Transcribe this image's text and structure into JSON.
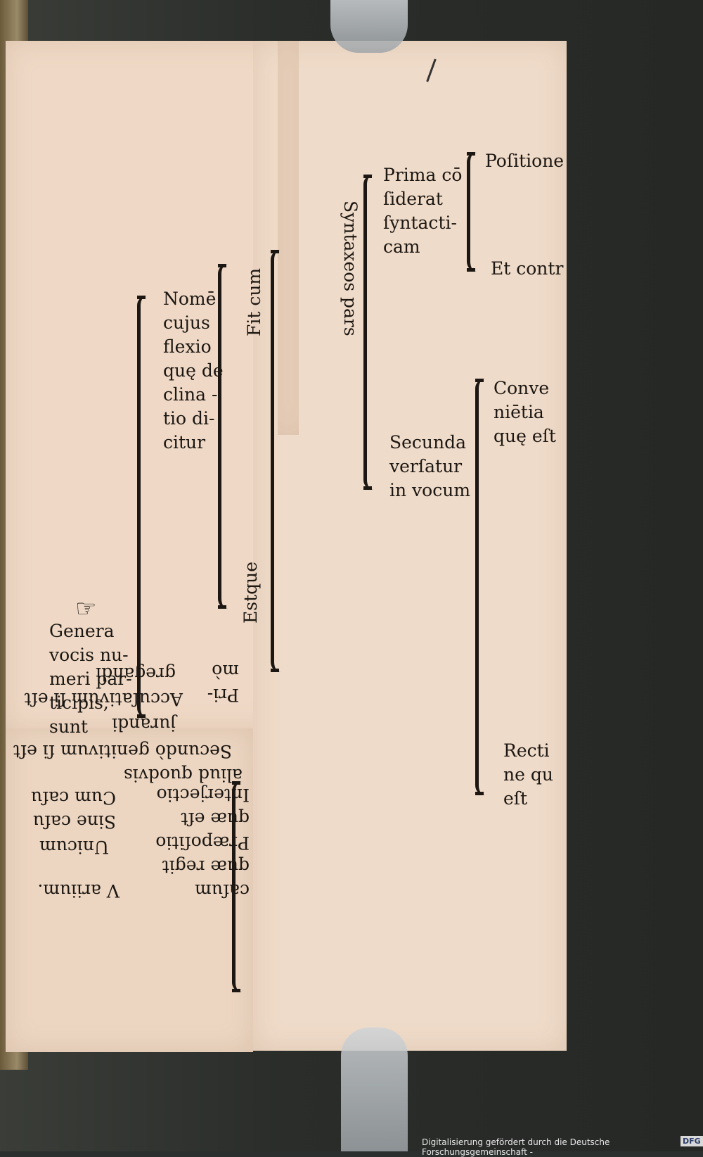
{
  "left_top": {
    "nome": "Nomē\ncujus\nflexio\nquę de\nclina -\ntio di-\ncitur",
    "fit_cum": "Fit cum",
    "estque": "Estque",
    "genera": "Genera\nvocis nu-\nmeri par-\nticipis,\nsunt"
  },
  "right": {
    "syntaxeos": "Syntaxeos pars",
    "prima": "Prima cō\nſiderat\nſyntacti-\ncam",
    "positione": "Poſitione",
    "et_contr": "Et contr",
    "convenientia": "Conve\nniētia\nquę eſt",
    "secunda": "Secunda\nverſatur\nin vocum",
    "rectione": "Recti\nne qu\neſt"
  },
  "left_bottom": {
    "casum": "caſum\nquæ regit\nPræpoſitio\nquæ eſt\nInterjectio",
    "variorum": "V ariium.",
    "unicum": "Unicum",
    "sine_casu": "Sine caſu",
    "cum_casu": "Cum caſu",
    "aliud": "aliud quodvis",
    "secundo": "Secundò  genitivum ſi eſt",
    "jurandi": "jurandi",
    "accusativum": "Accuſativum ſi eſt",
    "mo_pri": "Pri-\nmò",
    "gregandi": "gregandi"
  },
  "footer": {
    "credit": "Digitalisierung gefördert durch die Deutsche Forschungsgemeinschaft -",
    "logo": "DFG"
  }
}
